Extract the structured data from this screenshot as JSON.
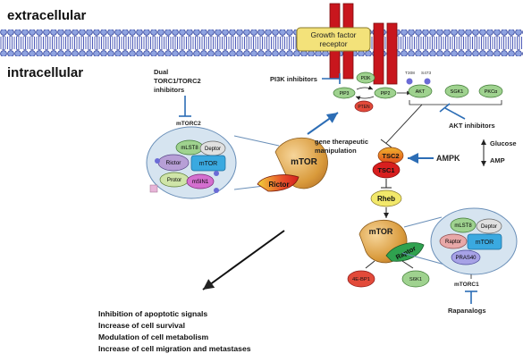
{
  "compartments": {
    "extracellular": "extracellular",
    "intracellular": "intracellular"
  },
  "receptor": {
    "label_line1": "Growth factor",
    "label_line2": "receptor"
  },
  "inhibitors": {
    "dual_line1": "Dual",
    "dual_line2": "TORC1/TORC2",
    "dual_line3": "inhibitors",
    "pi3k": "PI3K inhibitors",
    "akt": "AKT inhibitors",
    "rapanalogs": "Rapanalogs"
  },
  "pathway": {
    "pi3k": "PI3K",
    "pip2": "PIP2",
    "pip3": "PIP3",
    "pten": "PTEN",
    "akt": "AKT",
    "t308": "T308",
    "s473": "S473",
    "sgk1": "SGK1",
    "pkc": "PKCα",
    "gene_line1": "gene therapeutic",
    "gene_line2": "manipulation",
    "tsc2": "TSC2",
    "tsc1": "TSC1",
    "ampk": "AMPK",
    "glucose": "Glucose",
    "amp": "AMP",
    "rheb": "Rheb",
    "ebp1": "4E-BP1",
    "s6k1": "S6K1"
  },
  "mtorc2": {
    "title": "mTORC2",
    "mlst8": "mLST8",
    "deptor": "Deptor",
    "rictor": "Rictor",
    "mtor": "mTOR",
    "protor": "Protor",
    "msin1": "mSIN1",
    "big_mtor": "mTOR",
    "big_rictor": "Rictor"
  },
  "mtorc1": {
    "title": "mTORC1",
    "mlst8": "mLST8",
    "deptor": "Deptor",
    "raptor": "Raptor",
    "mtor": "mTOR",
    "pras40": "PRAS40",
    "big_mtor": "mTOR",
    "big_raptor": "Raptor"
  },
  "outcomes": [
    "Inhibition of apoptotic signals",
    "Increase of cell survival",
    "Modulation of cell metabolism",
    "Increase of cell migration and metastases"
  ],
  "colors": {
    "membrane_blue": "#3b4aa8",
    "receptor_red": "#c8161d",
    "receptor_yellow": "#f3e27a",
    "protein_green": "#9fd28f",
    "inhibitor_blue": "#2c6db5",
    "complex_fill": "#d6e4f0"
  }
}
